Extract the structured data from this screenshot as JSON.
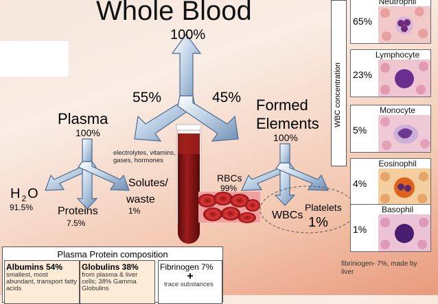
{
  "title": "Whole Blood",
  "top_pct": "100%",
  "plasma_share": "55%",
  "formed_share": "45%",
  "plasma": {
    "label": "Plasma",
    "pct": "100%",
    "solutes_note": "electrolytes, vitamins, gases, hormones",
    "water_pct": "91.5%",
    "proteins_label": "Proteins",
    "proteins_pct": "7.5%",
    "solutes_line1": "Solutes/",
    "solutes_line2": "waste",
    "solutes_pct": "1%"
  },
  "formed": {
    "line1": "Formed",
    "line2": "Elements",
    "pct": "100%",
    "rbcs_label": "RBCs",
    "rbcs_pct": "99%",
    "wbcs_label": "WBCs",
    "platelets_label": "Platelets",
    "wbcs_platelets_pct": "1%"
  },
  "wbc_concentration_label": "WBC concentration",
  "wbc_types": [
    {
      "name": "Neutrophil",
      "pct": "65%"
    },
    {
      "name": "Lymphocyte",
      "pct": "23%"
    },
    {
      "name": "Monocyte",
      "pct": "5%"
    },
    {
      "name": "Eosinophil",
      "pct": "4%"
    },
    {
      "name": "Basophil",
      "pct": "1%"
    }
  ],
  "fibrinogen_note": "fibriniogen- 7%, made by liver",
  "plasma_protein": {
    "title": "Plasma Protein composition",
    "albumins_head": "Albumins 54%",
    "albumins_sub": "smallest, most abundant, transport fatty acids",
    "globulins_head": "Globulins 38%",
    "globulins_sub": "from plasma & liver cells; 38% Gamma Globulins",
    "fibrinogen_head": "Fibrinogen 7%",
    "plus": "+",
    "trace": "trace substances"
  }
}
